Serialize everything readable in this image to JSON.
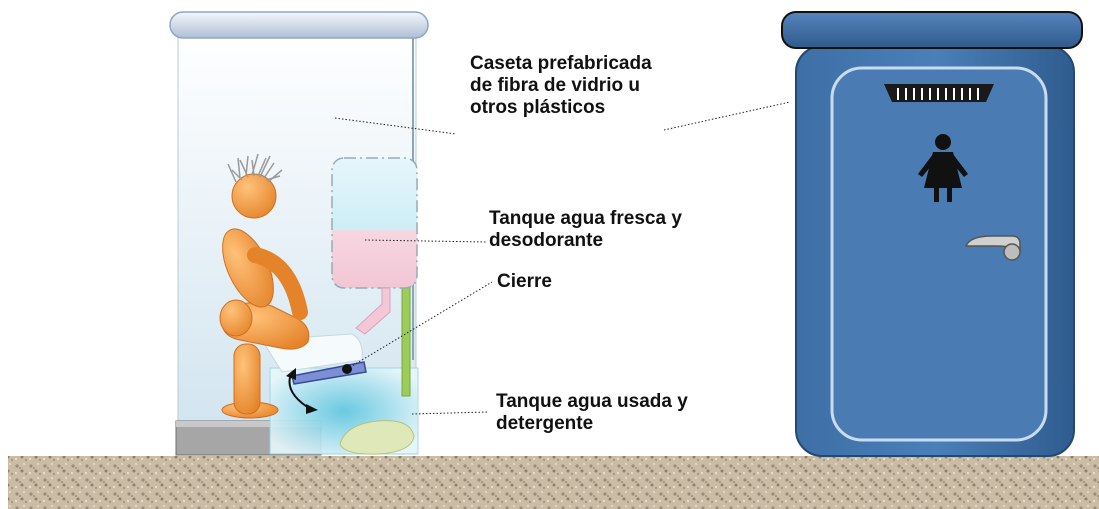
{
  "labels": {
    "caseta": "Caseta prefabricada\nde fibra de vidrio u\notros plásticos",
    "tanque_fresca": "Tanque agua fresca y\ndesodorante",
    "cierre": "Cierre",
    "tanque_usada": "Tanque agua usada y\ndetergente"
  },
  "icons": {
    "person": "seated-person-icon",
    "door_sign": "woman-restroom-icon",
    "door_handle": "door-handle-icon",
    "vent": "vent-grille-icon"
  },
  "colors": {
    "person": "#f39a3c",
    "cabin_blue": "#3f72aa",
    "cabin_blue_dark": "#2e5a8c",
    "ground": "#c9b9a2",
    "fresh_tank": "#f6d3de",
    "used_tank": "#7fd0e4",
    "vent_pipe": "#9ccc5a"
  }
}
